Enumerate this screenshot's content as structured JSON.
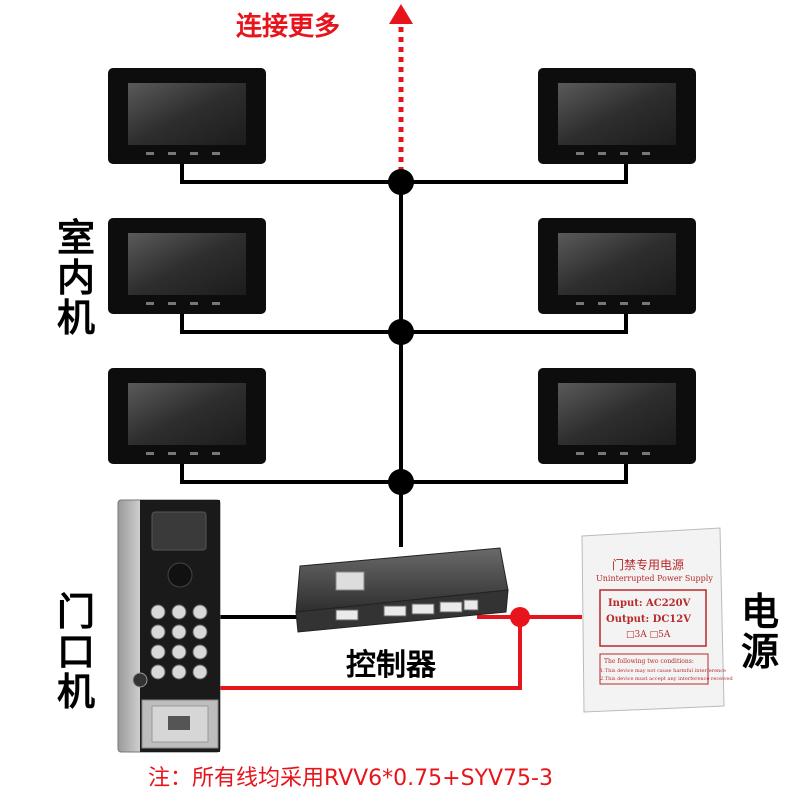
{
  "labels": {
    "connect_more": "连接更多",
    "indoor_unit": [
      "室",
      "内",
      "机"
    ],
    "door_unit": [
      "门",
      "口",
      "机"
    ],
    "power": [
      "电",
      "源"
    ],
    "controller": "控制器",
    "note": "注：所有线均采用RVV6*0.75+SYV75-3"
  },
  "power_supply": {
    "title_cn": "门禁专用电源",
    "title_en": "Uninterrupted Power Supply",
    "input": "Input: AC220V",
    "output": "Output: DC12V",
    "option_3a": "3A",
    "option_5a": "5A",
    "conditions_title": "The following two conditions:",
    "condition_1": "1.This device may not cause harmful interference",
    "condition_2": "2.This device must accept any interference received"
  },
  "colors": {
    "bus_line": "#000000",
    "power_line": "#e8141b",
    "arrow": "#e8141b",
    "monitor_body": "#0d0d0d",
    "monitor_screen": "#3a3a3a",
    "door_panel": "#c9c9c9",
    "controller": "#4a4a4a"
  },
  "icons": {
    "monitor": "indoor-monitor-icon",
    "door_station": "door-station-icon",
    "controller": "controller-box-icon",
    "psu": "power-supply-box-icon"
  }
}
